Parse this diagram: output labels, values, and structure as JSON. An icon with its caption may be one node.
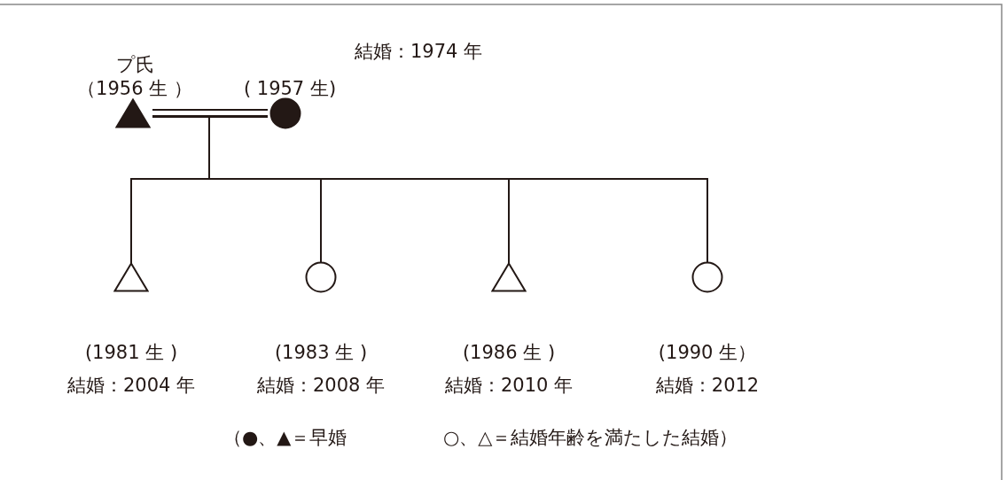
{
  "diagram": {
    "nodes": [
      {
        "text": [],
        "shape": "triangle",
        "beside": [
          "プ氏",
          "（1956 生 ）"
        ]
      },
      {
        "text": [],
        "shape": "circle",
        "beside": [
          "( 1957 生)"
        ]
      },
      {
        "text": [],
        "shape": "triangle",
        "beside": [
          "(1981 生 )",
          "結婚：2004 年"
        ]
      },
      {
        "text": [],
        "shape": "circle",
        "beside": [
          "(1983 生 )",
          "結婚：2008 年"
        ]
      },
      {
        "text": [],
        "shape": "triangle",
        "beside": [
          "(1986 生 )",
          "結婚：2010 年"
        ]
      },
      {
        "text": [],
        "shape": "circle",
        "beside": [
          "(1990 生）",
          "結婚：2012"
        ]
      }
    ],
    "edges": [
      {
        "from": 0,
        "to": 1,
        "arrow": "none"
      },
      {
        "from": 0,
        "to": 2,
        "arrow": "none"
      },
      {
        "from": 0,
        "to": 3,
        "arrow": "none"
      },
      {
        "from": 0,
        "to": 4,
        "arrow": "none"
      },
      {
        "from": 0,
        "to": 5,
        "arrow": "none"
      },
      {
        "from": 1,
        "to": 2,
        "arrow": "none"
      },
      {
        "from": 1,
        "to": 3,
        "arrow": "none"
      },
      {
        "from": 1,
        "to": 4,
        "arrow": "none"
      },
      {
        "from": 1,
        "to": 5,
        "arrow": "none"
      }
    ],
    "labels": [
      "結婚：1974 年",
      "（●、▲＝早婚",
      "○、△＝結婚年齢を満たした結婚）"
    ]
  }
}
